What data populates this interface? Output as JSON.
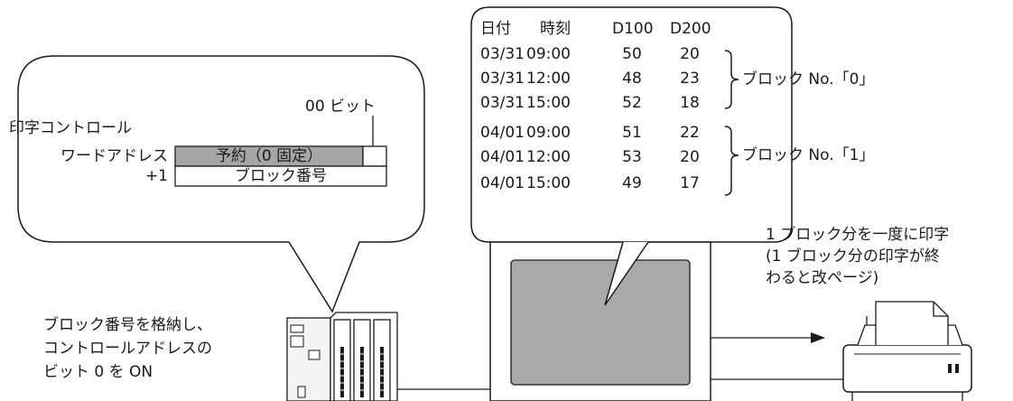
{
  "left_bubble": {
    "bit_label": "00 ビット",
    "label_line1": "印字コントロール",
    "label_line2": "ワードアドレス",
    "label_plus1": "+1",
    "reserved_field": "予約（0 固定）",
    "block_field": "ブロック番号"
  },
  "table": {
    "headers": [
      "日付",
      "時刻",
      "D100",
      "D200"
    ],
    "rows": [
      [
        "03/31",
        "09:00",
        "50",
        "20"
      ],
      [
        "03/31",
        "12:00",
        "48",
        "23"
      ],
      [
        "03/31",
        "15:00",
        "52",
        "18"
      ],
      [
        "04/01",
        "09:00",
        "51",
        "22"
      ],
      [
        "04/01",
        "12:00",
        "53",
        "20"
      ],
      [
        "04/01",
        "15:00",
        "49",
        "17"
      ]
    ],
    "block0_label": "ブロック No.「0」",
    "block1_label": "ブロック No.「1」"
  },
  "plc_note": {
    "line1": "ブロック番号を格納し、",
    "line2": "コントロールアドレスの",
    "line3": "ビット 0 を ON"
  },
  "printer_note": {
    "line1": "1 ブロック分を一度に印字",
    "line2": "(1 ブロック分の印字が終",
    "line3": "わると改ページ)"
  },
  "colors": {
    "reserved_fill": "#a6a6a6",
    "screen_fill": "#a9a9a9",
    "outline": "#1a1a1a"
  }
}
